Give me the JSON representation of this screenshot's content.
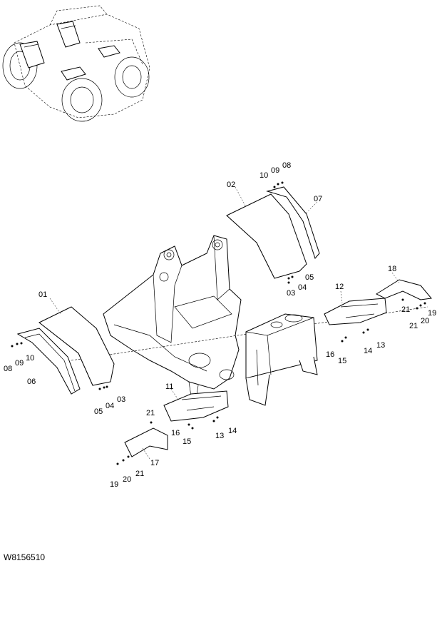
{
  "drawing_code": "W8156510",
  "callouts": {
    "c01": "01",
    "c02": "02",
    "c03a": "03",
    "c04a": "04",
    "c05a": "05",
    "c06": "06",
    "c07": "07",
    "c08a": "08",
    "c09a": "09",
    "c10a": "10",
    "c03b": "03",
    "c04b": "04",
    "c05b": "05",
    "c08b": "08",
    "c09b": "09",
    "c10b": "10",
    "c11": "11",
    "c12": "12",
    "c13a": "13",
    "c14a": "14",
    "c13b": "13",
    "c14b": "14",
    "c15a": "15",
    "c16a": "16",
    "c15b": "15",
    "c16b": "16",
    "c17": "17",
    "c18": "18",
    "c19a": "19",
    "c20a": "20",
    "c21a": "21",
    "c21b": "21",
    "c19b": "19",
    "c20b": "20",
    "c21c": "21",
    "c21d": "21"
  }
}
